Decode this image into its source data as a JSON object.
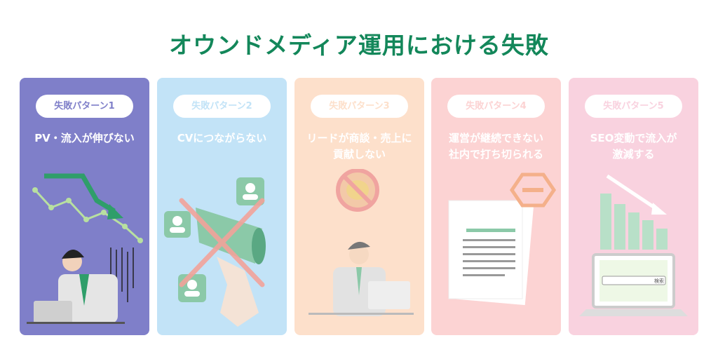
{
  "title": "オウンドメディア運用における失敗",
  "cards": [
    {
      "badge": "失敗パターン1",
      "heading": "PV・流入が伸びない",
      "color": "#7f7fc9",
      "icon": "declining-chart-frustrated-person"
    },
    {
      "badge": "失敗パターン2",
      "heading": "CVにつながらない",
      "color": "#c2e3f7",
      "icon": "crossed-out-megaphone"
    },
    {
      "badge": "失敗パターン3",
      "heading": "リードが商談・売上に\n貢献しない",
      "color": "#fde0cb",
      "icon": "no-money-person-at-laptop"
    },
    {
      "badge": "失敗パターン4",
      "heading": "運営が継続できない\n社内で打ち切られる",
      "color": "#fcd3d3",
      "icon": "documents-stop-sign"
    },
    {
      "badge": "失敗パターン5",
      "heading": "SEO変動で流入が\n激減する",
      "color": "#f9d2df",
      "icon": "declining-bars-laptop-search"
    }
  ],
  "search_label": "検索"
}
